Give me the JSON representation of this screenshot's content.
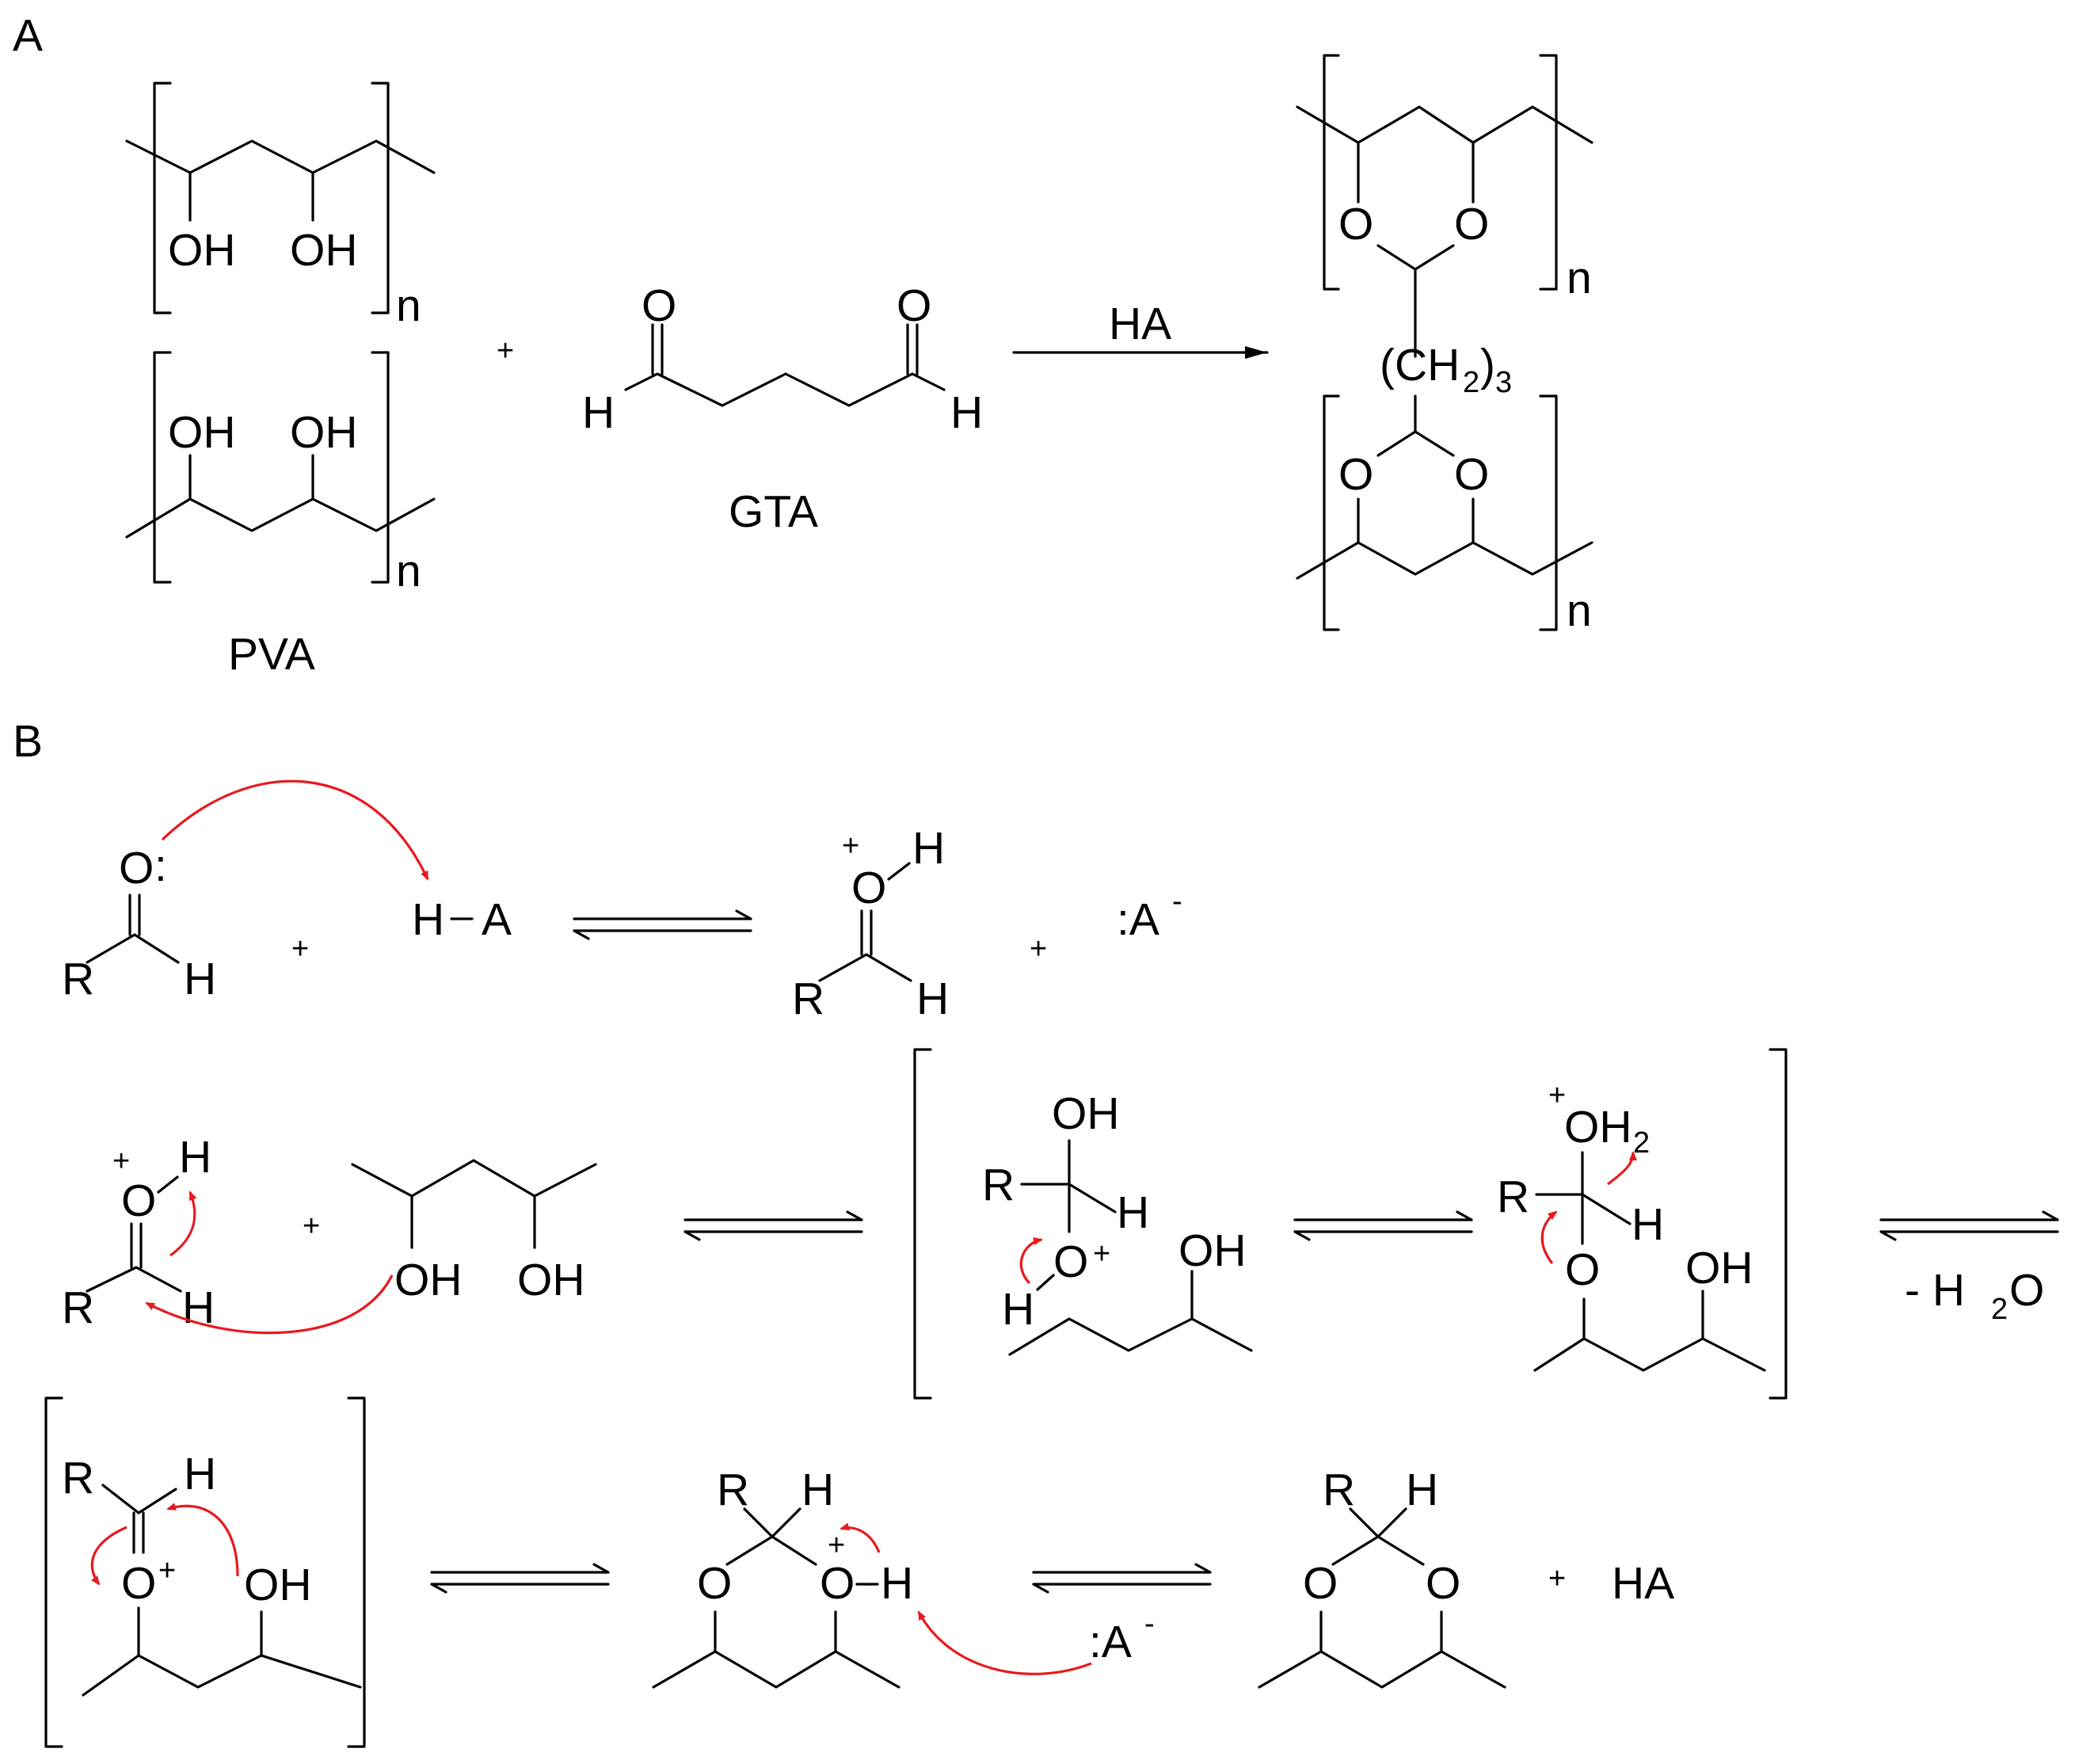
{
  "panels": [
    {
      "letter": "A"
    },
    {
      "letter": "B"
    }
  ],
  "panel_a": {
    "pva_label": "PVA",
    "gta_label": "GTA",
    "reagent": "HA",
    "repeat_n": "n",
    "plus": "+",
    "oh": "OH",
    "o": "O",
    "h": "H",
    "linker_open": "(CH",
    "linker_sub2": "2",
    "linker_close": ")",
    "linker_sub3": "3"
  },
  "panel_b": {
    "r": "R",
    "h": "H",
    "o": "O",
    "oh": "OH",
    "oh2": "OH",
    "oh2_sub": "2",
    "plus": "+",
    "charge": "+",
    "ha_bond_h": "H",
    "ha_bond_a": "A",
    "lone_pair": ":",
    "anion": ":A",
    "anion_charge": "-",
    "water_loss": "- H",
    "water_sub": "2",
    "water_o": "O",
    "final_acid": "HA"
  },
  "colors": {
    "ink": "#000000",
    "arrow": "#e8191e",
    "background": "#ffffff"
  }
}
